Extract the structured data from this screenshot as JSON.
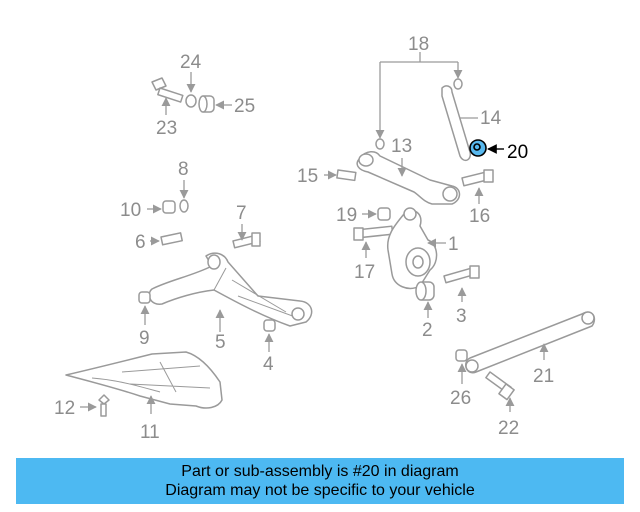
{
  "diagram": {
    "highlight_color": "#58b8ee",
    "callouts": {
      "c1": "1",
      "c2": "2",
      "c3": "3",
      "c4": "4",
      "c5": "5",
      "c6": "6",
      "c7": "7",
      "c8": "8",
      "c9": "9",
      "c10": "10",
      "c11": "11",
      "c12": "12",
      "c13": "13",
      "c14": "14",
      "c15": "15",
      "c16": "16",
      "c17": "17",
      "c18": "18",
      "c19": "19",
      "c20": "20",
      "c21": "21",
      "c22": "22",
      "c23": "23",
      "c24": "24",
      "c25": "25",
      "c26": "26"
    },
    "highlighted_part": "20"
  },
  "banner": {
    "line1": "Part or sub-assembly is #20 in diagram",
    "line2": "Diagram may not be specific to your vehicle",
    "color": "#4db9f2"
  }
}
